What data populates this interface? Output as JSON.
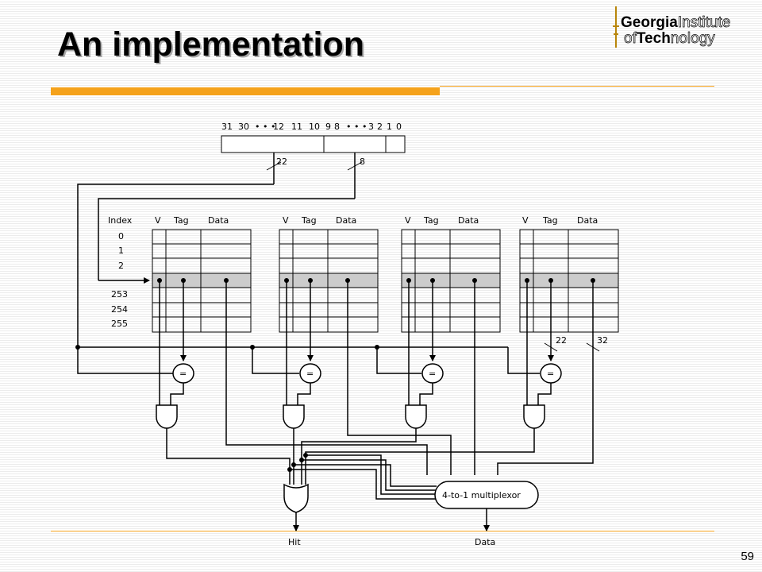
{
  "slide": {
    "title": "An implementation",
    "page_number": "59",
    "accent_color": "#f5a21b"
  },
  "logo": {
    "line1_bold": "Georgia",
    "line1_light": "Institute",
    "line2_light": "of",
    "line2_bold": "Tech",
    "line2_rest": "nology",
    "brand_color": "#000000",
    "light_color": "#ffffff"
  },
  "address": {
    "bit_labels": [
      "31",
      "30",
      "• • •",
      "12",
      "11",
      "10",
      "9",
      "8",
      "• • •",
      "3",
      "2",
      "1",
      "0"
    ],
    "tag_width": "22",
    "index_width": "8"
  },
  "index_column": {
    "header": "Index",
    "labels": [
      "0",
      "1",
      "2",
      "253",
      "254",
      "255"
    ]
  },
  "way_headers": {
    "valid": "V",
    "tag": "Tag",
    "data": "Data"
  },
  "comparator_label": "=",
  "side_widths": {
    "tag": "22",
    "data": "32"
  },
  "mux_label": "4-to-1 multiplexor",
  "outputs": {
    "hit": "Hit",
    "data": "Data"
  },
  "colors": {
    "selected_row": "#cccccc",
    "line": "#000000"
  }
}
